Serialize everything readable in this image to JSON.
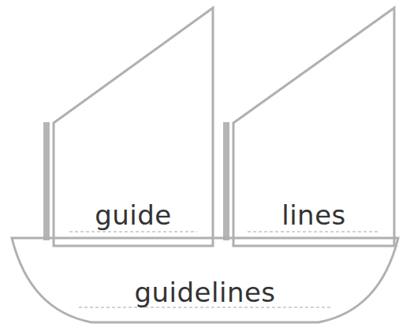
{
  "diagram": {
    "nodes": [
      {
        "text": [
          "guide"
        ]
      },
      {
        "text": [
          "lines"
        ]
      },
      {
        "text": [
          "guidelines"
        ]
      }
    ]
  }
}
